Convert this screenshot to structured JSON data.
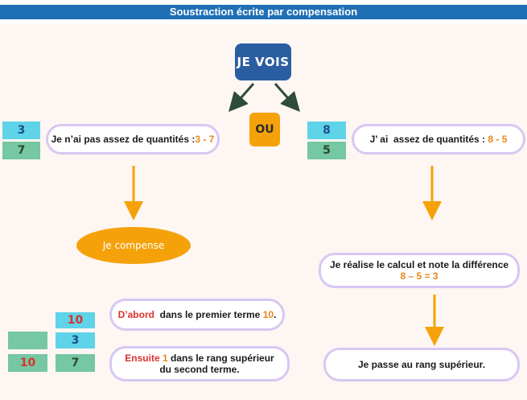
{
  "title": "Soustraction écrite par compensation",
  "top_box": "JE VOIS",
  "ou_label": "OU",
  "left": {
    "top_number": "3",
    "bottom_number": "7",
    "statement_text": "Je n’ai pas assez de quantités : ",
    "statement_value": "3 - 7",
    "action": "Je compense",
    "grid_top": "10",
    "grid_middle": "3",
    "grid_bottom_left": "10",
    "grid_bottom_right": "7",
    "step1_red": "D’abord",
    "step1_text": "  dans le premier terme ",
    "step1_value": "10",
    "step1_end": ".",
    "step2_red": "Ensuite ",
    "step2_value": " 1",
    "step2_text": " dans le rang supérieur du second terme."
  },
  "right": {
    "top_number": "8",
    "bottom_number": "5",
    "statement_text": "J’ ai  assez de quantités : ",
    "statement_value": "8 - 5",
    "calc_text": "Je réalise le calcul et note la différence",
    "calc_value": "8 – 5 = 3",
    "next_step": "Je passe au rang supérieur."
  },
  "colors": {
    "title_bar": "#1f6fb5",
    "dark_box": "#2b5da1",
    "accent_orange": "#f5a20a",
    "cyan": "#5fd3e8",
    "green": "#76c7a3",
    "pill_border": "#d8c7f2",
    "red_text": "#d9322c"
  }
}
